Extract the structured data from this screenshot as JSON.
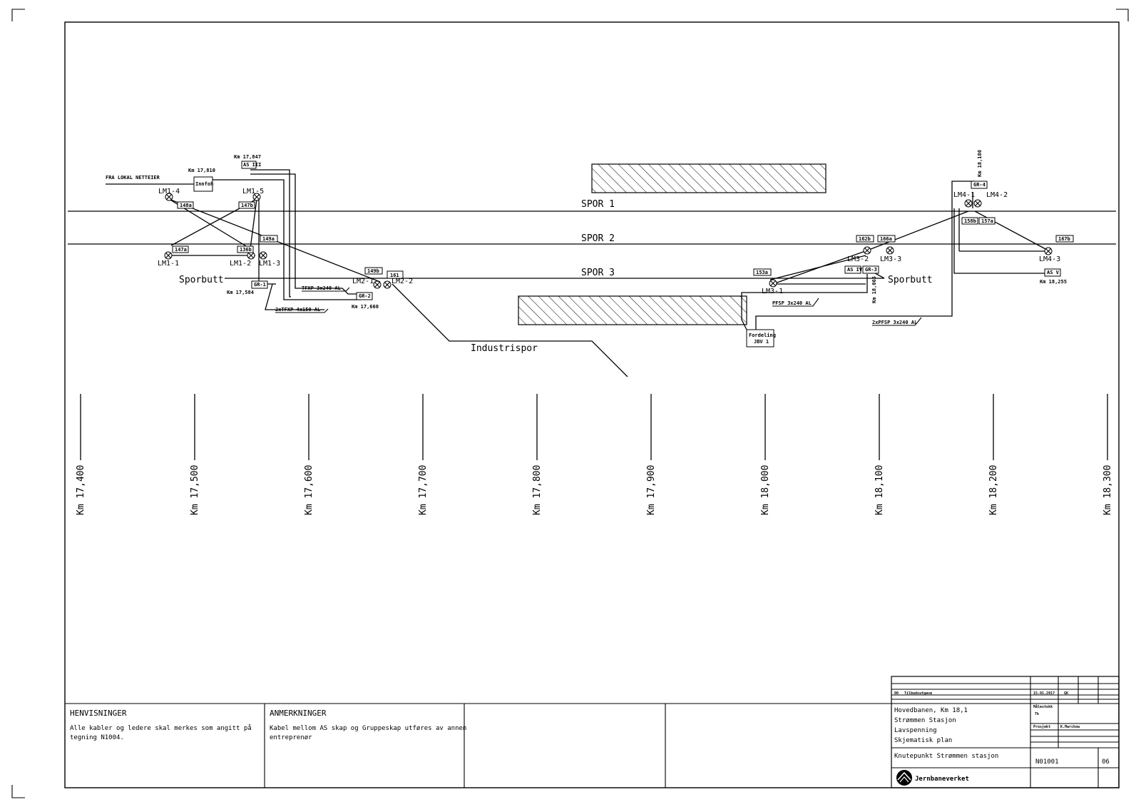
{
  "tracks": {
    "spor1": "SPOR 1",
    "spor2": "SPOR 2",
    "spor3": "SPOR 3",
    "sporbutt_left": "Sporbutt",
    "sporbutt_right": "Sporbutt",
    "industrispor": "Industrispor"
  },
  "lamps": {
    "lm1_1": "LM1-1",
    "lm1_2": "LM1-2",
    "lm1_3": "LM1-3",
    "lm1_4": "LM1-4",
    "lm1_5": "LM1-5",
    "lm2_1": "LM2-1",
    "lm2_2": "LM2-2",
    "lm3_1": "LM3-1",
    "lm3_2": "LM3-2",
    "lm3_3": "LM3-3",
    "lm4_1": "LM4-1",
    "lm4_2": "LM4-2",
    "lm4_3": "LM4-3"
  },
  "tags": {
    "t148a": "148a",
    "t147b": "147b",
    "t147a": "147a",
    "t136b": "136b",
    "t149a": "149a",
    "t149b": "149b",
    "t161": "161",
    "t153a": "153a",
    "t162b": "162b",
    "t166a": "166a",
    "t158b": "158b",
    "t157a": "157a",
    "t167b": "167b",
    "as_iii": "AS III",
    "gr1": "GR-1",
    "gr2": "GR-2",
    "gr3": "GR-3",
    "gr4": "GR-4",
    "as_iv": "AS IV",
    "as_v": "AS V",
    "innfoh": "Innfoh",
    "fordeling": "Fordeling",
    "jbv1": "JBV 1"
  },
  "labels": {
    "fra_lokal": "FRA LOKAL NETTEIER",
    "km_17810": "Km 17,810",
    "km_17847": "Km 17,847",
    "km_17584": "Km 17,584",
    "km_17660": "Km 17,660",
    "km_18065": "Km 18,065",
    "km_18180": "Km 18,180",
    "km_18255": "Km 18,255",
    "cable_tfxp": "TFXP 3x240 AL",
    "cable_2xtfxp": "2xTFXP 4x150 AL",
    "cable_pfsp": "PFSP 3x240 AL",
    "cable_2xpfsp": "2xPFSP 3x240 AL"
  },
  "km_markers": [
    "Km 17,400",
    "Km 17,500",
    "Km 17,600",
    "Km 17,700",
    "Km 17,800",
    "Km 17,900",
    "Km 18,000",
    "Km 18,100",
    "Km 18,200",
    "Km 18,300"
  ],
  "notes": {
    "henvisninger_title": "HENVISNINGER",
    "henvisninger_text_1": "Alle kabler og ledere skal merkes som angitt på",
    "henvisninger_text_2": "tegning N1004.",
    "anmerkninger_title": "ANMERKNINGER",
    "anmerkninger_text_1": "Kabel mellom AS skap og Gruppeskap utføres av annen",
    "anmerkninger_text_2": "entreprenør"
  },
  "title_block": {
    "rev_no": "00",
    "rev_text": "Tilbudsutgave",
    "rev_date": "15.01.2017",
    "rev_by": "GK",
    "line1": "Hovedbanen, Km 18,1",
    "line2": "Strømmen Stasjon",
    "line3": "Lavspenning",
    "line4": "Skjematisk plan",
    "line5": "Knutepunkt Strømmen stasjon",
    "drawing_no": "N01001",
    "sheet": "06",
    "company": "Jernbaneverket",
    "scale_label": "Målestokk",
    "scale_value": "Tk",
    "project_label": "Prosjekt",
    "project_value": "K.Marchow"
  }
}
